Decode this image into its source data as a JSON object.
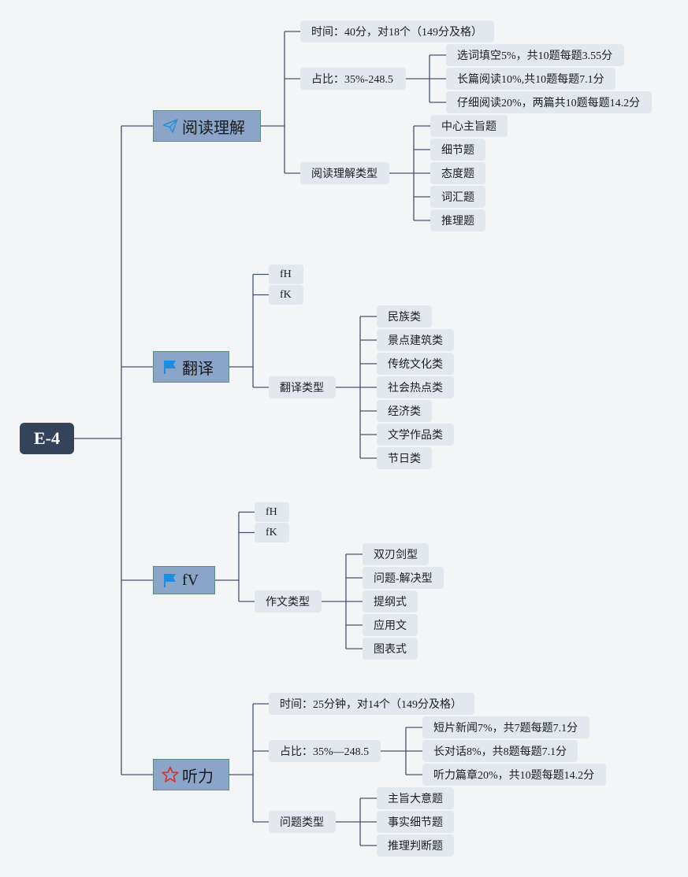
{
  "root": {
    "label": "E-4"
  },
  "branches": [
    {
      "key": "reading",
      "label": "阅读理解",
      "icon": "paper-plane-icon",
      "children": [
        {
          "key": "reading-time",
          "label": "时间：40分，对18个（149分及格）"
        },
        {
          "key": "reading-ratio",
          "label": "占比：35%-248.5",
          "children": [
            {
              "label": "选词填空5%，共10题每题3.55分"
            },
            {
              "label": "长篇阅读10%,共10题每题7.1分"
            },
            {
              "label": "仔细阅读20%，两篇共10题每题14.2分"
            }
          ]
        },
        {
          "key": "reading-types",
          "label": "阅读理解类型",
          "children": [
            {
              "label": "中心主旨题"
            },
            {
              "label": "细节题"
            },
            {
              "label": "态度题"
            },
            {
              "label": "词汇题"
            },
            {
              "label": "推理题"
            }
          ]
        }
      ]
    },
    {
      "key": "translation",
      "label": "翻译",
      "icon": "flag-icon",
      "children": [
        {
          "key": "translation-fh",
          "label": "fH"
        },
        {
          "key": "translation-fk",
          "label": "fK"
        },
        {
          "key": "translation-types",
          "label": "翻译类型",
          "children": [
            {
              "label": "民族类"
            },
            {
              "label": "景点建筑类"
            },
            {
              "label": "传统文化类"
            },
            {
              "label": "社会热点类"
            },
            {
              "label": "经济类"
            },
            {
              "label": "文学作品类"
            },
            {
              "label": "节日类"
            }
          ]
        }
      ]
    },
    {
      "key": "writing",
      "label": "fV",
      "icon": "flag-icon",
      "children": [
        {
          "key": "writing-fh",
          "label": "fH"
        },
        {
          "key": "writing-fk",
          "label": "fK"
        },
        {
          "key": "writing-types",
          "label": "作文类型",
          "children": [
            {
              "label": "双刃剑型"
            },
            {
              "label": "问题-解决型"
            },
            {
              "label": "提纲式"
            },
            {
              "label": "应用文"
            },
            {
              "label": "图表式"
            }
          ]
        }
      ]
    },
    {
      "key": "listening",
      "label": "听力",
      "icon": "star-icon",
      "children": [
        {
          "key": "listening-time",
          "label": "时间：25分钟，对14个（149分及格）"
        },
        {
          "key": "listening-ratio",
          "label": "占比：35%—248.5",
          "children": [
            {
              "label": "短片新闻7%，共7题每题7.1分"
            },
            {
              "label": "长对话8%，共8题每题7.1分"
            },
            {
              "label": "听力篇章20%，共10题每题14.2分"
            }
          ]
        },
        {
          "key": "listening-types",
          "label": "问题类型",
          "children": [
            {
              "label": "主旨大意题"
            },
            {
              "label": "事实细节题"
            },
            {
              "label": "推理判断题"
            }
          ]
        }
      ]
    }
  ],
  "colors": {
    "line": "#46536a",
    "root_bg": "#34425a",
    "main_bg": "#8aa5c8",
    "node_bg": "#e3e8ef",
    "flag": "#1c8ee0",
    "star": "#d9363e",
    "plane": "#2b8fd6"
  }
}
